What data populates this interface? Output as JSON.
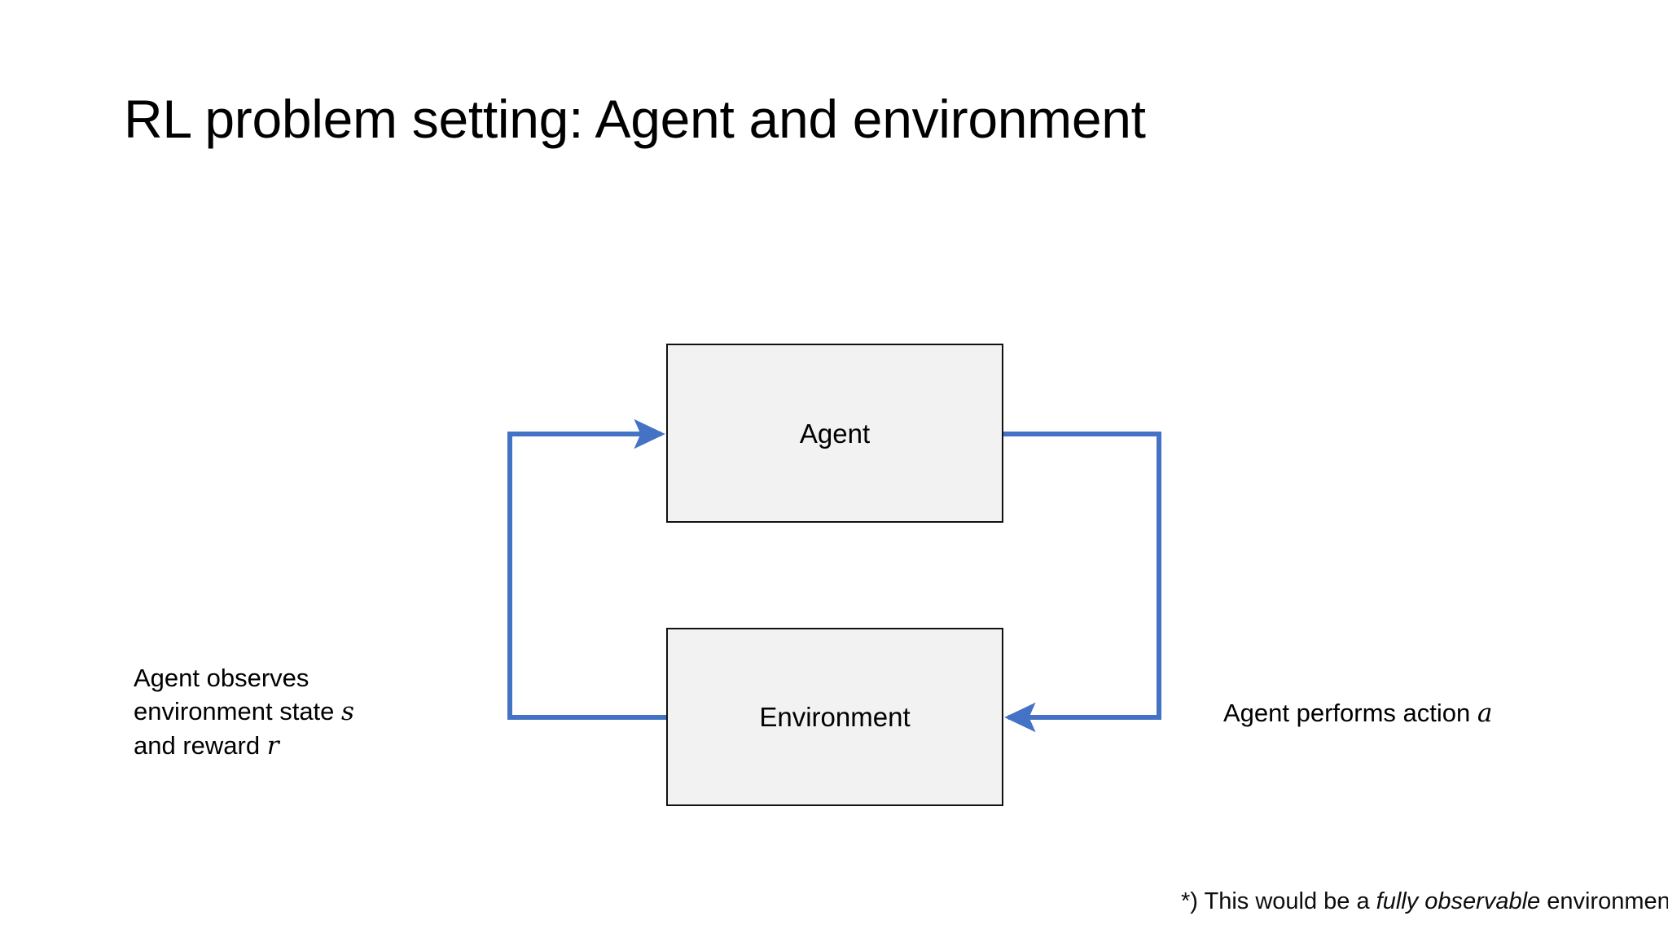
{
  "slide": {
    "title": "RL problem setting: Agent and environment",
    "background_color": "#FFFFFF"
  },
  "diagram": {
    "type": "agent-environment-loop",
    "accent_color": "#4472C4",
    "box_fill_color": "#F2F2F2",
    "box_border_color": "#111111",
    "nodes": [
      {
        "id": "agent",
        "label": "Agent"
      },
      {
        "id": "environment",
        "label": "Environment"
      }
    ],
    "edges": [
      {
        "id": "env-to-agent",
        "from": "environment",
        "to": "agent",
        "caption_prefix": "Agent observes environment state ",
        "caption_var_1": "s",
        "caption_middle": " and reward ",
        "caption_var_2": "r",
        "direction": "up-left"
      },
      {
        "id": "agent-to-env",
        "from": "agent",
        "to": "environment",
        "caption_prefix": "Agent performs action ",
        "caption_var_1": "a",
        "direction": "down-right"
      }
    ]
  },
  "captions": {
    "left": {
      "line1": "Agent observes",
      "line2_prefix": "environment state ",
      "line2_var": "s",
      "line3_prefix": "and reward ",
      "line3_var": "r"
    },
    "right": {
      "prefix": "Agent performs action ",
      "var": "a"
    }
  },
  "footnote": {
    "marker": "*) ",
    "text_before": "This would be a ",
    "emphasis": "fully observable",
    "text_after": " environmentc"
  }
}
